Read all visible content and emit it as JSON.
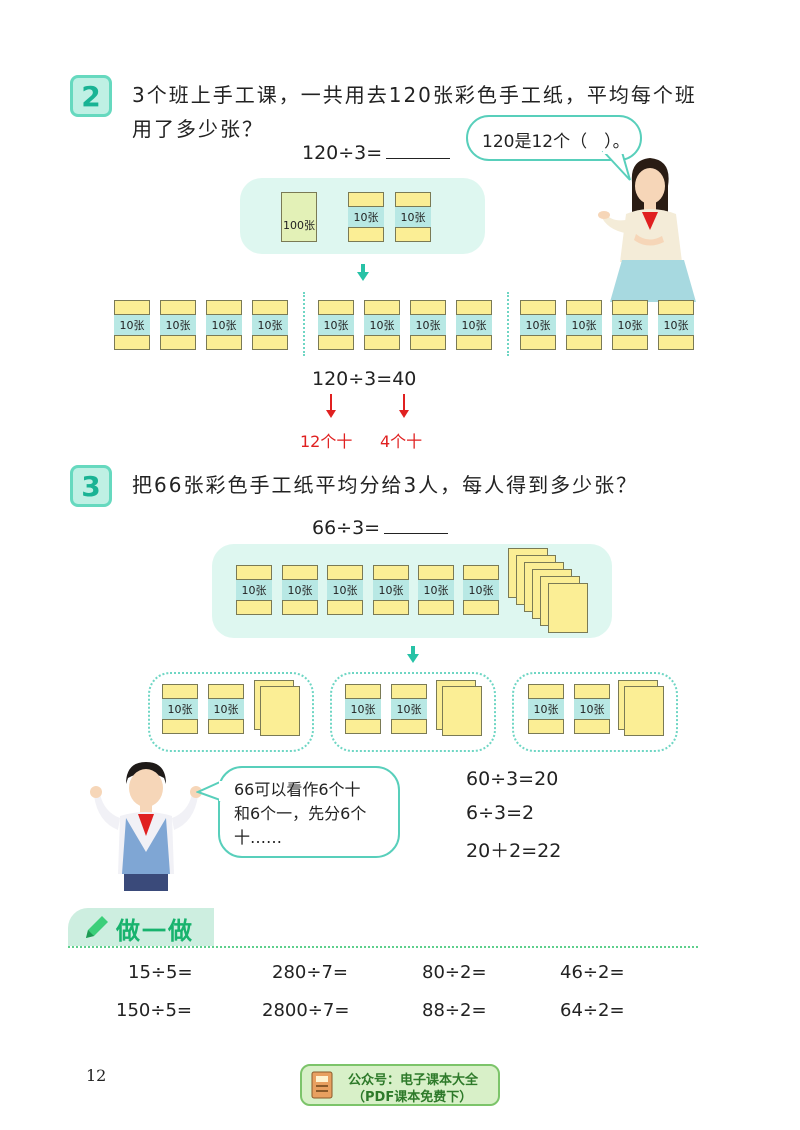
{
  "section2": {
    "badge": "2",
    "question_line1": "3个班上手工课，一共用去120张彩色手工纸，平均每个班",
    "question_line2": "用了多少张？",
    "equation": "120÷3=",
    "bubble": "120是12个（　）。",
    "big_stack_label": "100张",
    "stack_label": "10张",
    "result": "120÷3=40",
    "annot_left": "12个十",
    "annot_right": "4个十"
  },
  "section3": {
    "badge": "3",
    "question": "把66张彩色手工纸平均分给3人，每人得到多少张？",
    "equation": "66÷3=",
    "stack_label": "10张",
    "bubble_line1": "66可以看作6个十",
    "bubble_line2": "和6个一，先分6个",
    "bubble_line3": "十……",
    "calc1": "60÷3=20",
    "calc2": "6÷3=2",
    "calc3": "20＋2=22"
  },
  "practice": {
    "title": "做一做",
    "row1": [
      "15÷5=",
      "280÷7=",
      "80÷2=",
      "46÷2="
    ],
    "row2": [
      "150÷5=",
      "2800÷7=",
      "88÷2=",
      "64÷2="
    ]
  },
  "footer": {
    "page_number": "12",
    "watermark_line1": "公众号：电子课本大全",
    "watermark_line2": "（PDF课本免费下）"
  },
  "colors": {
    "accent": "#66d9bf",
    "panel": "#def7f0",
    "paper": "#fbee95",
    "red": "#e02020"
  }
}
